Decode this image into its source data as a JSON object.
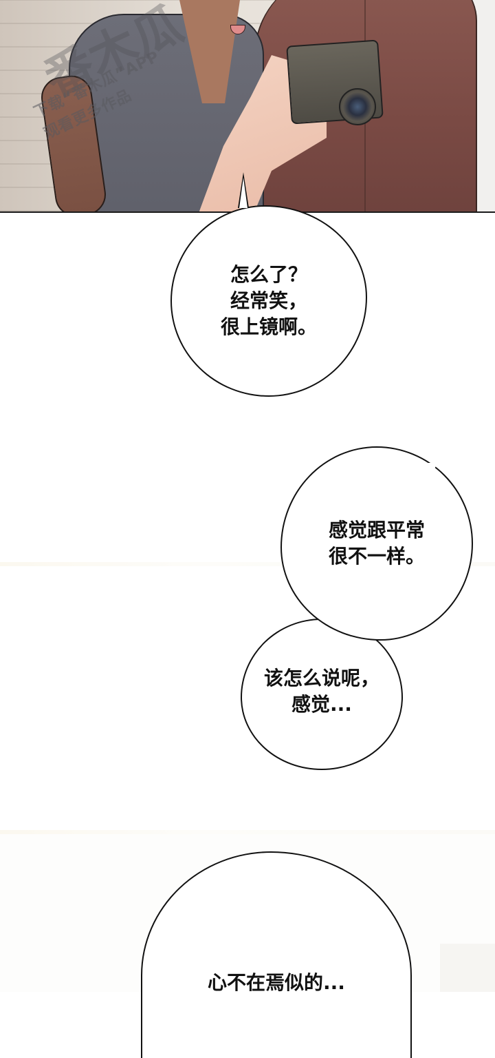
{
  "panel_top": {
    "scene": "woman in grey top leaning on man in red shirt, holding a compact camera",
    "watermark": {
      "line1": "下载“番木瓜”APP",
      "line2": "观看更多作品",
      "logo_glyphs": "番木瓜"
    },
    "colors": {
      "shirt": "#7a4a44",
      "top": "#5f606a",
      "skin": "#f4d3c2",
      "wall": "#d9d2c9",
      "panel_border": "#1a1a1a"
    }
  },
  "bubbles": [
    {
      "id": "bubble-1",
      "lines": "怎么了？\n经常笑，\n很上镜啊。"
    },
    {
      "id": "bubble-2",
      "lines": "感觉跟平常\n很不一样。"
    },
    {
      "id": "bubble-3",
      "lines": "该怎么说呢，\n感觉..."
    },
    {
      "id": "bubble-4",
      "lines": "心不在焉似的..."
    }
  ],
  "page": {
    "background": "#ffffff",
    "bubble_border": "#111111",
    "text_color": "#111111"
  }
}
